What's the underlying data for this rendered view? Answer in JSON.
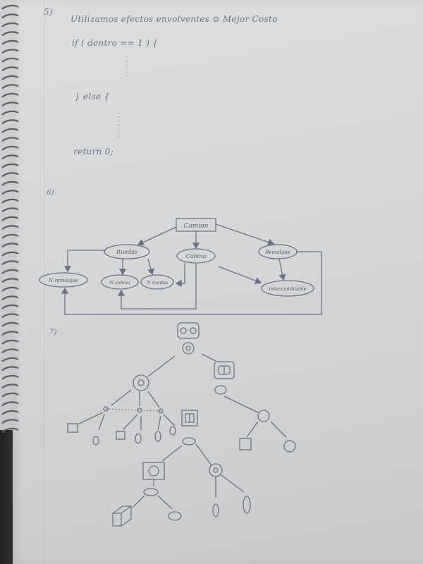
{
  "notebook": {
    "q5": {
      "number": "5)",
      "title": "Utilizamos efectos envolventes ⊙ Mejor Costo",
      "code_if": "if ( dentro == 1 ) {",
      "code_else": "} else {",
      "code_return": "return 0;"
    },
    "q6": {
      "number": "6)",
      "nodes": {
        "root": "Camion",
        "ruedas": "Ruedas",
        "cabina": "Cabina",
        "remolque": "Remolque",
        "n_remolque": "N remolque",
        "n_cabina": "N cabina",
        "n_ruedas": "N ruedas",
        "intercambiable": "intercambiable"
      }
    },
    "q7": {
      "number": "7)"
    }
  },
  "colors": {
    "ink": "#6e7286",
    "paper": "#d6d7d8"
  }
}
